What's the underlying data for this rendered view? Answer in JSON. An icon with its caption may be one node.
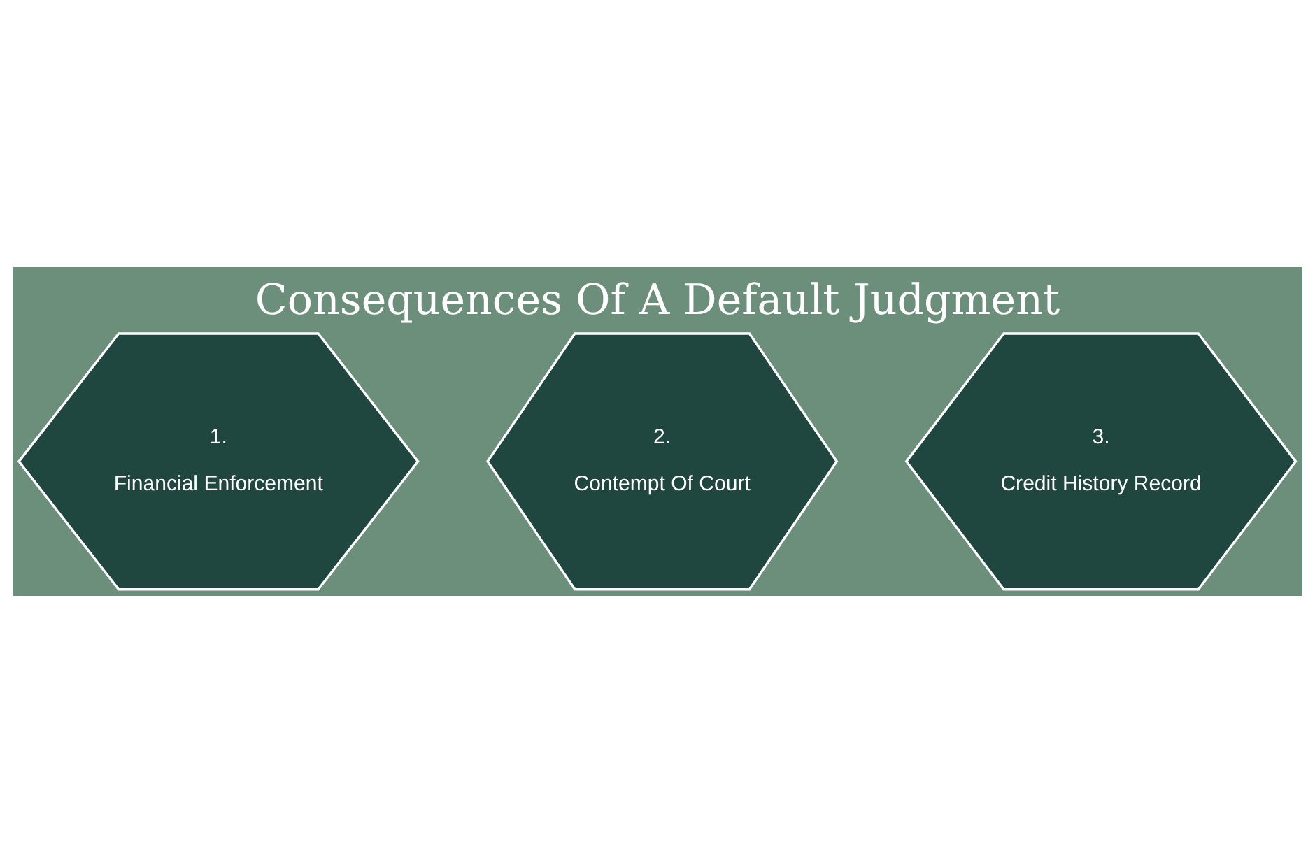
{
  "diagram": {
    "title": "Consequences Of A Default Judgment",
    "nodes": [
      {
        "text": [
          "1.",
          "Financial Enforcement"
        ]
      },
      {
        "text": [
          "2.",
          "Contempt Of Court"
        ]
      },
      {
        "text": [
          "3.",
          "Credit History Record"
        ]
      }
    ]
  }
}
